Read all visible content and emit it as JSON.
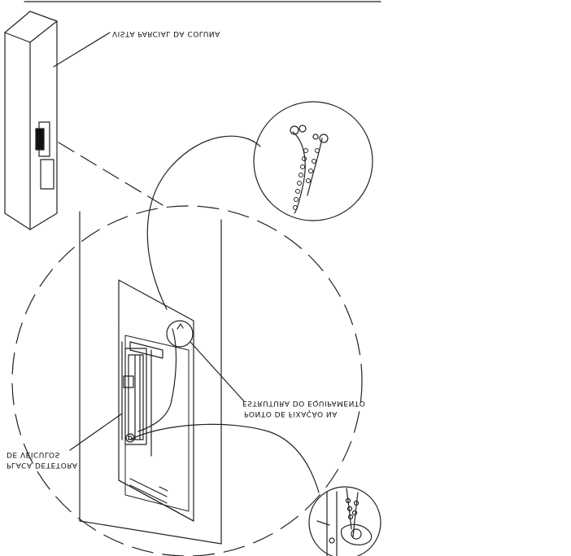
{
  "labels": {
    "column_view": "VISTA PARCIAL DA COLUNA",
    "equipment_structure": "ESTRUTURA DO EQUIPAMENTO",
    "fixing_point": "PONTO DE FIXAÇÃO NA",
    "vehicles": "DE VEÍCULOS",
    "detector_plate": "PLACA DETETORA"
  }
}
